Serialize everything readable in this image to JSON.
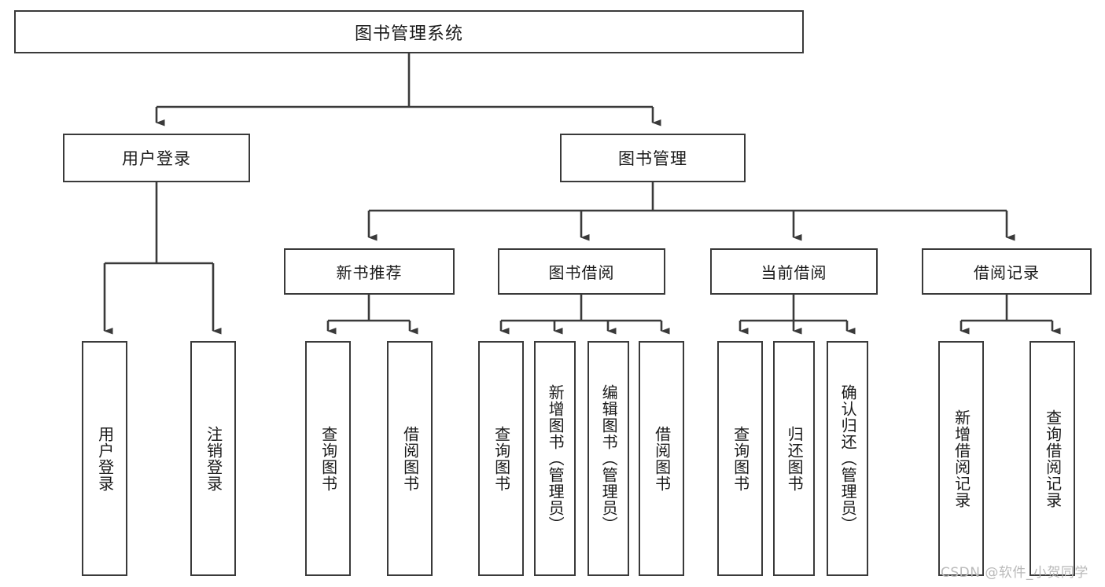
{
  "diagram": {
    "title": "图书管理系统",
    "type": "tree",
    "watermark": "CSDN @软件_小贺同学",
    "colors": {
      "box_border": "#3a3a3a",
      "box_fill": "#ffffff",
      "link": "#3a3a3a",
      "text": "#1a1a1a",
      "watermark": "#b9b9b9",
      "background": "#ffffff"
    },
    "nodes": {
      "root": {
        "label": "图书管理系统"
      },
      "level2": [
        {
          "id": "user-login",
          "label": "用户登录"
        },
        {
          "id": "book-manage",
          "label": "图书管理"
        }
      ],
      "level3": [
        {
          "id": "new-book-recommend",
          "label": "新书推荐"
        },
        {
          "id": "book-borrow",
          "label": "图书借阅"
        },
        {
          "id": "current-borrow",
          "label": "当前借阅"
        },
        {
          "id": "borrow-record",
          "label": "借阅记录"
        }
      ],
      "leaves": [
        {
          "id": "leaf-user-login",
          "label": "用户登录",
          "parent": "user-login"
        },
        {
          "id": "leaf-logout-login",
          "label": "注销登录",
          "parent": "user-login"
        },
        {
          "id": "leaf-query-book-1",
          "label": "查询图书",
          "parent": "new-book-recommend"
        },
        {
          "id": "leaf-borrow-book-1",
          "label": "借阅图书",
          "parent": "new-book-recommend"
        },
        {
          "id": "leaf-query-book-2",
          "label": "查询图书",
          "parent": "book-borrow"
        },
        {
          "id": "leaf-add-book",
          "label": "新增图书（管理员）",
          "parent": "book-borrow"
        },
        {
          "id": "leaf-edit-book",
          "label": "编辑图书（管理员）",
          "parent": "book-borrow"
        },
        {
          "id": "leaf-borrow-book-2",
          "label": "借阅图书",
          "parent": "book-borrow"
        },
        {
          "id": "leaf-query-book-3",
          "label": "查询图书",
          "parent": "current-borrow"
        },
        {
          "id": "leaf-return-book",
          "label": "归还图书",
          "parent": "current-borrow"
        },
        {
          "id": "leaf-confirm-return",
          "label": "确认归还（管理员）",
          "parent": "current-borrow"
        },
        {
          "id": "leaf-add-record",
          "label": "新增借阅记录",
          "parent": "borrow-record"
        },
        {
          "id": "leaf-query-record",
          "label": "查询借阅记录",
          "parent": "borrow-record"
        }
      ]
    }
  }
}
